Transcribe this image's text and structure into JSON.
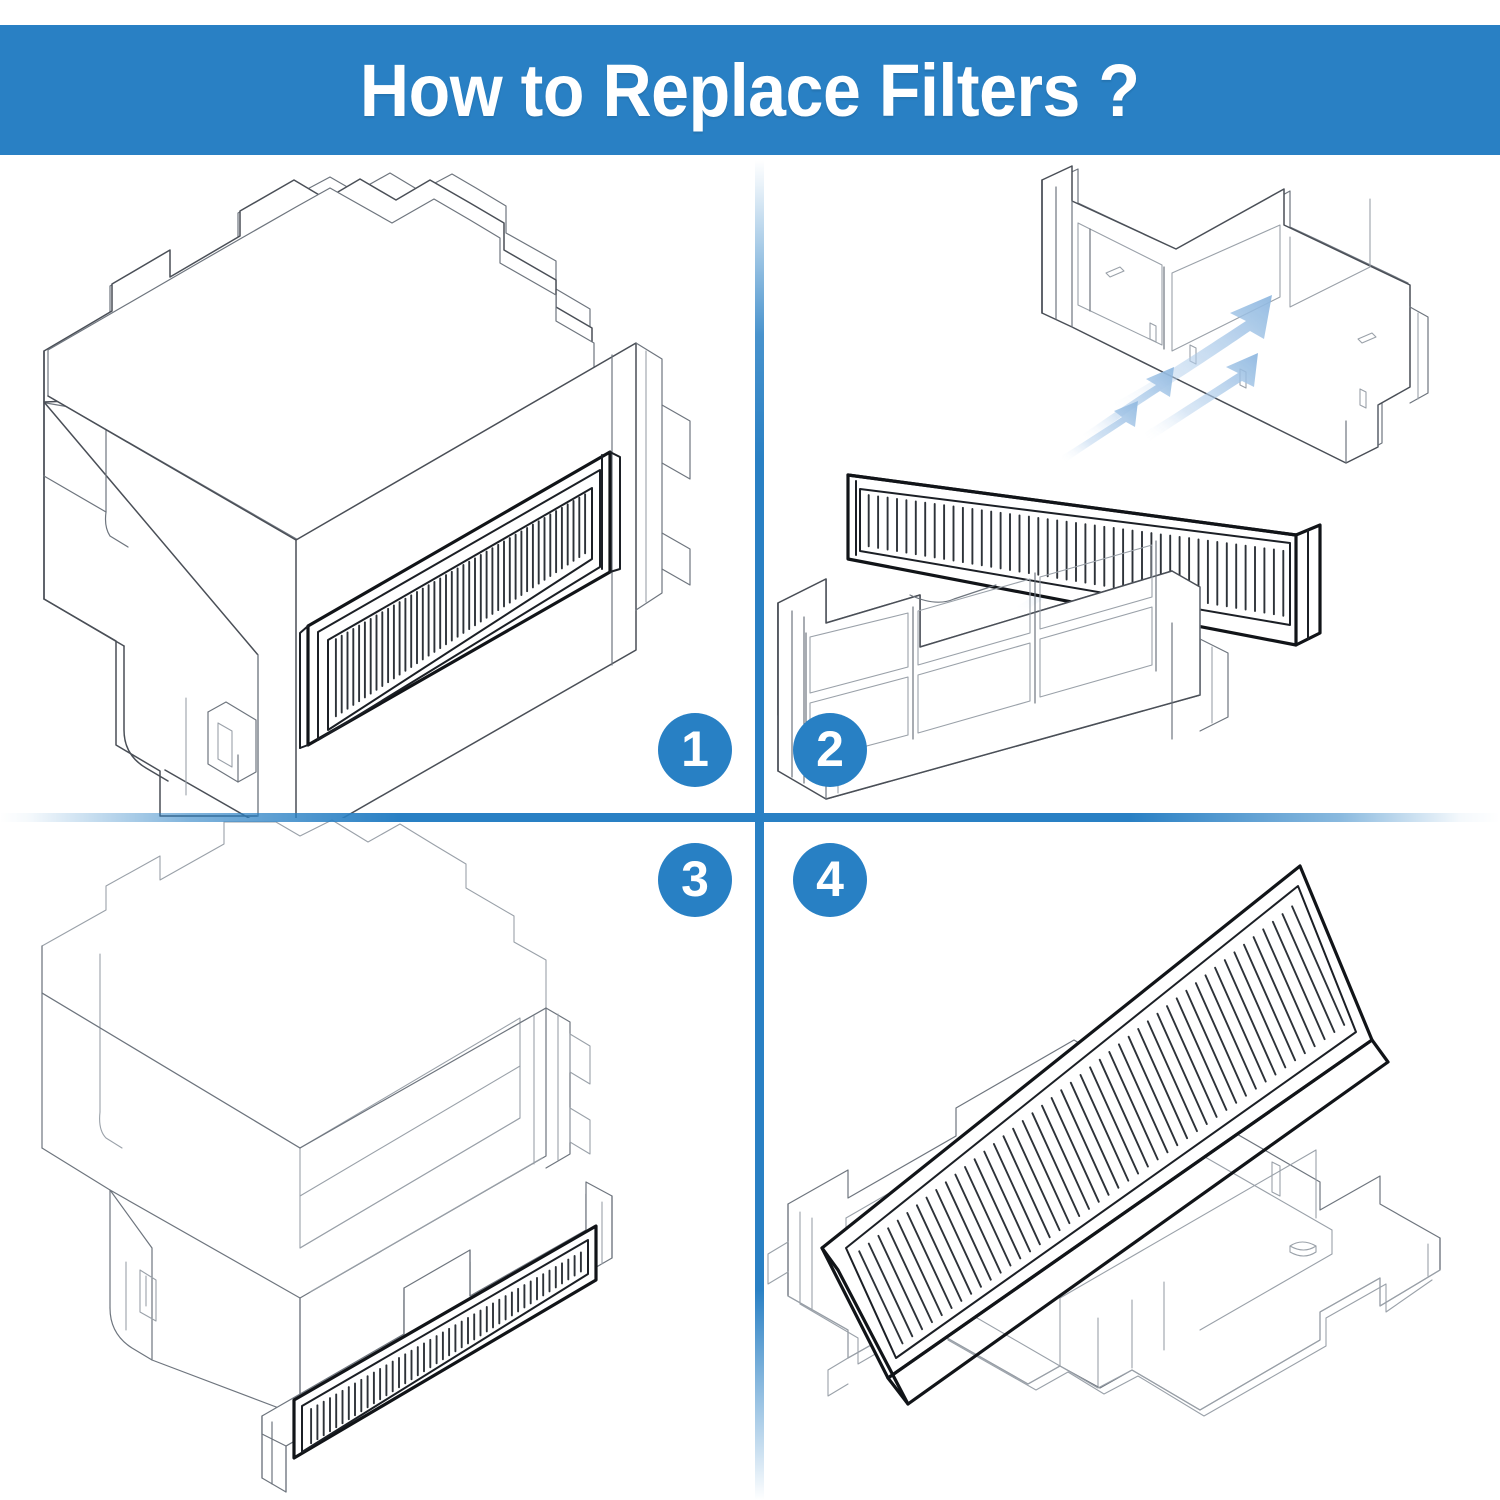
{
  "header": {
    "title": "How to Replace Filters ?",
    "background_color": "#2980c4",
    "text_color": "#ffffff"
  },
  "theme": {
    "accent_blue": "#2880c4",
    "page_background": "#ffffff",
    "line_art_stroke": "#4a4f57",
    "filter_outline": "#111418",
    "airflow_arrow_color": "#a8c8e8"
  },
  "dividers": {
    "vertical": {
      "label": "vertical-divider",
      "color": "#2980c4"
    },
    "horizontal": {
      "label": "horizontal-divider",
      "color": "#2980c4"
    }
  },
  "steps": [
    {
      "number": "1",
      "name": "step-1",
      "illustration": "robot-vacuum-dust-bin-with-filter-installed"
    },
    {
      "number": "2",
      "name": "step-2",
      "illustration": "exploded-view-filter-cover-hepa-filter-mesh-frame-with-airflow-arrows"
    },
    {
      "number": "3",
      "name": "step-3",
      "illustration": "empty-dust-bin-with-filter-assembly-removed"
    },
    {
      "number": "4",
      "name": "step-4",
      "illustration": "hepa-filter-placed-into-filter-tray"
    }
  ]
}
